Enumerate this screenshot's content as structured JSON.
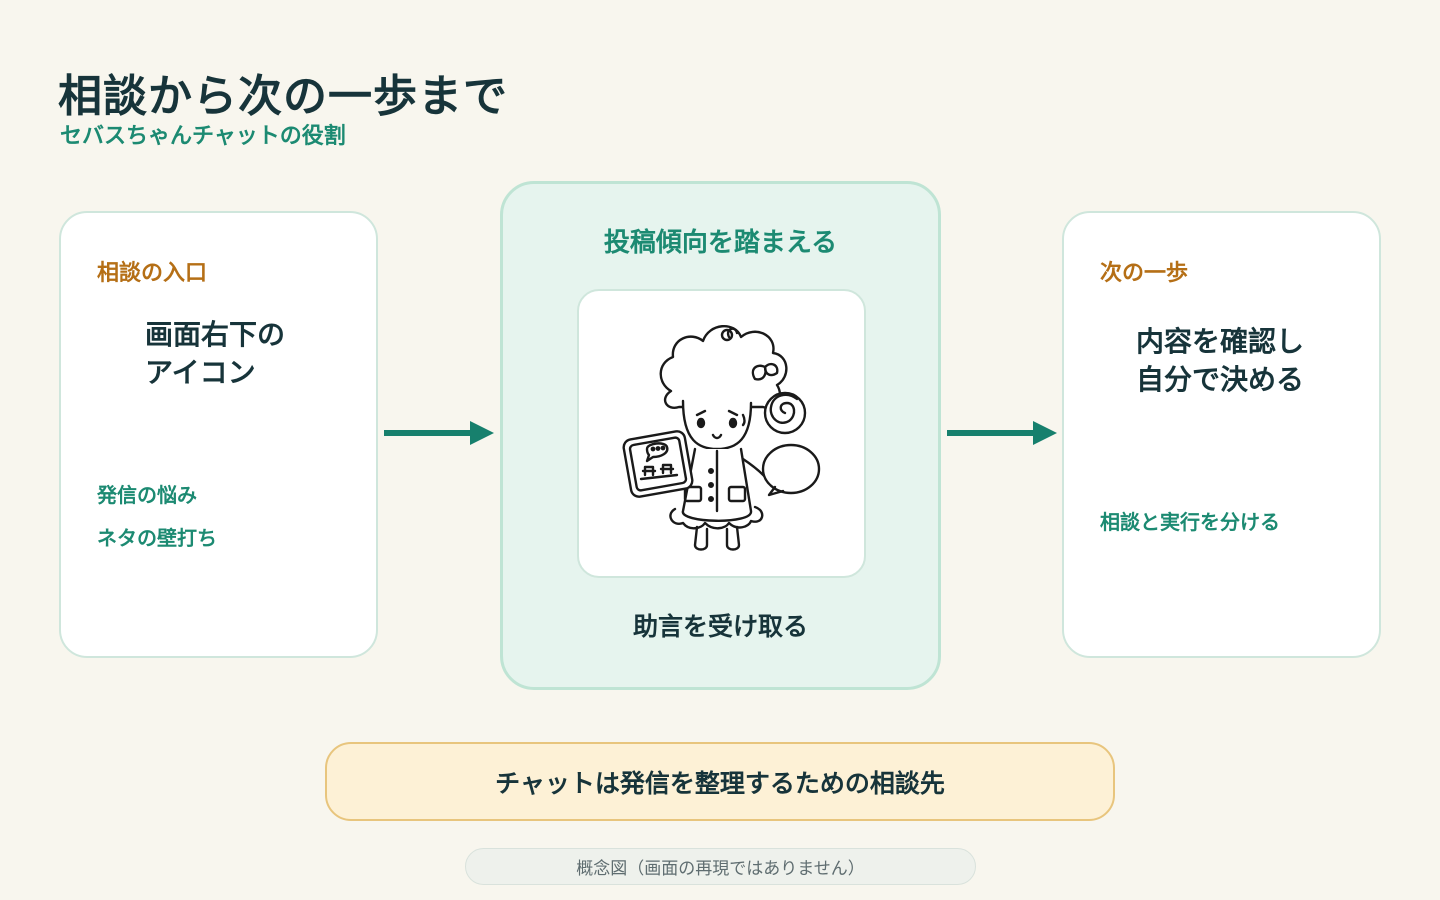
{
  "header": {
    "title": "相談から次の一歩まで",
    "subtitle": "セバスちゃんチャットの役割"
  },
  "left_card": {
    "label": "相談の入口",
    "main_line1": "画面右下の",
    "main_line2": "アイコン",
    "notes": [
      "発信の悩み",
      "ネタの壁打ち"
    ]
  },
  "center_card": {
    "top_label": "投稿傾向を踏まえる",
    "illustration": "sheep-character-icon",
    "bottom_label": "助言を受け取る"
  },
  "right_card": {
    "label": "次の一歩",
    "main_line1": "内容を確認し",
    "main_line2": "自分で決める",
    "note": "相談と実行を分ける"
  },
  "summary": "チャットは発信を整理するための相談先",
  "caption": "概念図（画面の再現ではありません）",
  "colors": {
    "background": "#f8f6ee",
    "accent_teal": "#1c8a72",
    "accent_orange": "#b56f16",
    "text_dark": "#17343a",
    "summary_bg": "#fdf1d6"
  }
}
